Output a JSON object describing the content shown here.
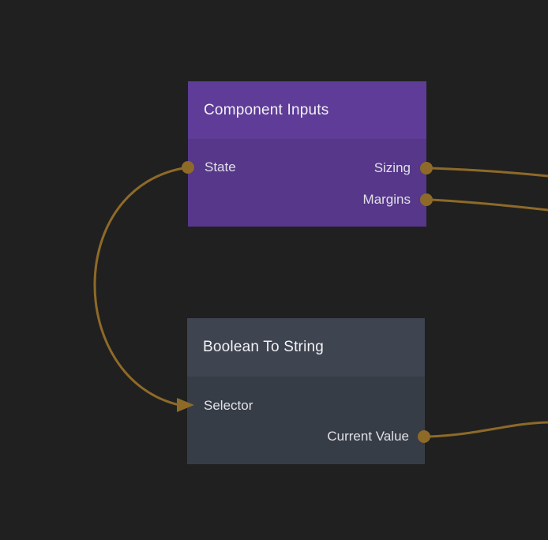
{
  "canvas": {
    "background_color": "#202020",
    "wire_color": "#8e6a28",
    "port_color": "#8e6a28"
  },
  "nodes": [
    {
      "title": "Component Inputs",
      "header_color": "#5e3c97",
      "body_color": "#563789",
      "ports": [
        {
          "label": "State",
          "side": "left",
          "connected": true
        },
        {
          "label": "Sizing",
          "side": "right",
          "connected": true
        },
        {
          "label": "Margins",
          "side": "right",
          "connected": true
        }
      ]
    },
    {
      "title": "Boolean To String",
      "header_color": "#3e4450",
      "body_color": "#373d46",
      "ports": [
        {
          "label": "Selector",
          "side": "left",
          "connected": true
        },
        {
          "label": "Current Value",
          "side": "right",
          "connected": true
        }
      ]
    }
  ],
  "connections": [
    {
      "from": "Component Inputs.State",
      "to": "Boolean To String.Selector"
    },
    {
      "from": "Component Inputs.Sizing",
      "to": "offscreen-right"
    },
    {
      "from": "Component Inputs.Margins",
      "to": "offscreen-right"
    },
    {
      "from": "Boolean To String.Current Value",
      "to": "offscreen-right"
    }
  ]
}
